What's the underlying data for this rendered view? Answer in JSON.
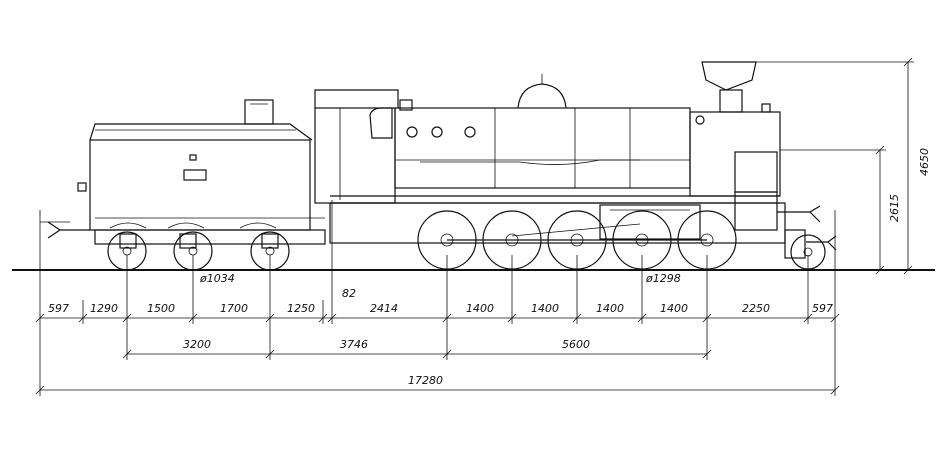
{
  "dimensions": {
    "row1": [
      "597",
      "1290",
      "1500",
      "1700",
      "1250",
      "2414",
      "1400",
      "1400",
      "1400",
      "1400",
      "2250",
      "597"
    ],
    "row2": [
      "3200",
      "3746",
      "5600"
    ],
    "total": "17280",
    "gap_label": "82",
    "height_total": "4650",
    "height_axis": "2615",
    "tender_wheel": "ø1034",
    "driving_wheel": "ø1298"
  }
}
